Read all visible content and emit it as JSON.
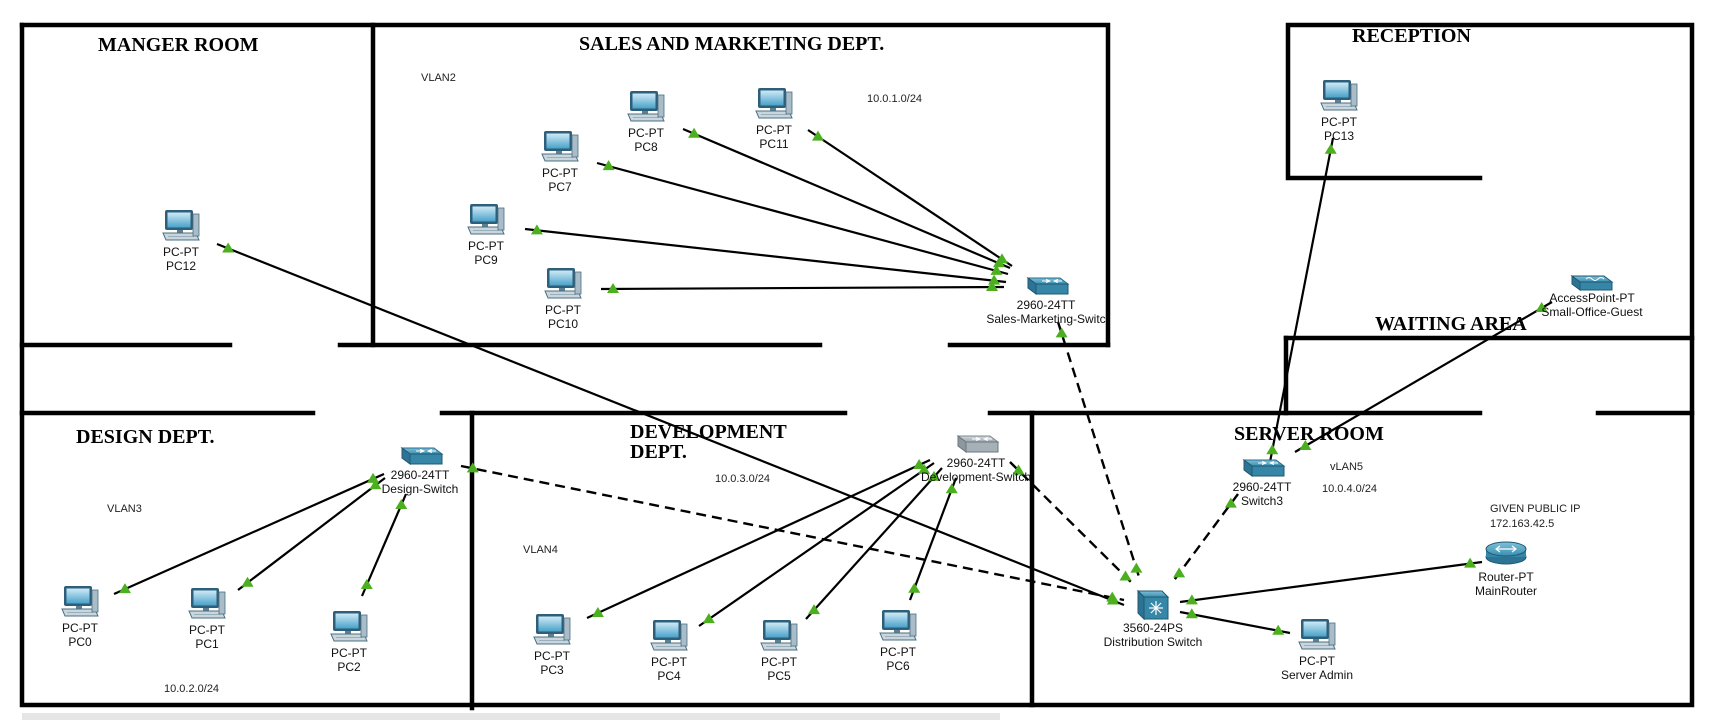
{
  "rooms": {
    "manager": "MANGER ROOM",
    "sales": "SALES AND MARKETING DEPT.",
    "reception": "RECEPTION",
    "waiting": "WAITING AREA",
    "design": "DESIGN DEPT.",
    "development_line1": "DEVELOPMENT",
    "development_line2": "DEPT.",
    "server": "SERVER ROOM"
  },
  "notes": {
    "vlan2": "VLAN2",
    "sales_subnet": "10.0.1.0/24",
    "vlan3": "VLAN3",
    "design_subnet": "10.0.2.0/24",
    "dev_subnet": "10.0.3.0/24",
    "vlan4": "VLAN4",
    "vlan5": "vLAN5",
    "server_subnet": "10.0.4.0/24",
    "public_ip_title": "GIVEN PUBLIC IP",
    "public_ip": "172.163.42.5"
  },
  "devices": {
    "pc12": {
      "type": "PC-PT",
      "name": "PC12"
    },
    "pc8": {
      "type": "PC-PT",
      "name": "PC8"
    },
    "pc11": {
      "type": "PC-PT",
      "name": "PC11"
    },
    "pc7": {
      "type": "PC-PT",
      "name": "PC7"
    },
    "pc9": {
      "type": "PC-PT",
      "name": "PC9"
    },
    "pc10": {
      "type": "PC-PT",
      "name": "PC10"
    },
    "pc13": {
      "type": "PC-PT",
      "name": "PC13"
    },
    "pc0": {
      "type": "PC-PT",
      "name": "PC0"
    },
    "pc1": {
      "type": "PC-PT",
      "name": "PC1"
    },
    "pc2": {
      "type": "PC-PT",
      "name": "PC2"
    },
    "pc3": {
      "type": "PC-PT",
      "name": "PC3"
    },
    "pc4": {
      "type": "PC-PT",
      "name": "PC4"
    },
    "pc5": {
      "type": "PC-PT",
      "name": "PC5"
    },
    "pc6": {
      "type": "PC-PT",
      "name": "PC6"
    },
    "server_admin": {
      "type": "PC-PT",
      "name": "Server Admin"
    },
    "sales_switch": {
      "type": "2960-24TT",
      "name": "Sales-Marketing-Switc"
    },
    "design_switch": {
      "type": "2960-24TT",
      "name": "Design-Switch"
    },
    "dev_switch": {
      "type": "2960-24TT",
      "name": "Development-Switch"
    },
    "switch3": {
      "type": "2960-24TT",
      "name": "Switch3"
    },
    "dist_switch": {
      "type": "3560-24PS",
      "name": "Distribution Switch"
    },
    "router": {
      "type": "Router-PT",
      "name": "MainRouter"
    },
    "access_point": {
      "type": "AccessPoint-PT",
      "name": "Small-Office-Guest"
    }
  },
  "icon_names": [
    "pc-icon",
    "switch-icon",
    "multilayer-switch-icon",
    "router-icon",
    "access-point-icon"
  ],
  "colors": {
    "wall": "#000000",
    "port": "#4caf1f",
    "device": "#3a8fb0"
  }
}
